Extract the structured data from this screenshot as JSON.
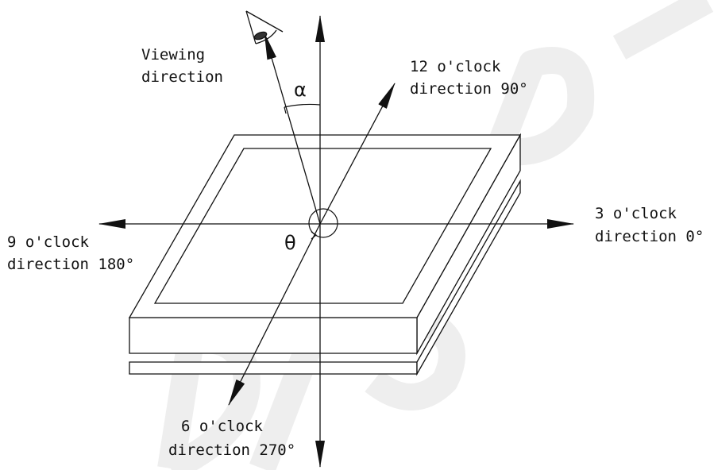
{
  "labels": {
    "viewing": {
      "line1": "Viewing",
      "line2": "direction"
    },
    "twelve": {
      "line1": "12 o'clock",
      "line2": "direction 90°"
    },
    "three": {
      "line1": "3 o'clock",
      "line2": "direction 0°"
    },
    "nine": {
      "line1": "9 o'clock",
      "line2": "direction 180°"
    },
    "six": {
      "line1": "6 o'clock",
      "line2": "direction 270°"
    },
    "alpha": "α",
    "theta": "θ"
  },
  "colors": {
    "line": "#111111",
    "watermark": "#eeeeee"
  },
  "watermark": "DISPLAY"
}
